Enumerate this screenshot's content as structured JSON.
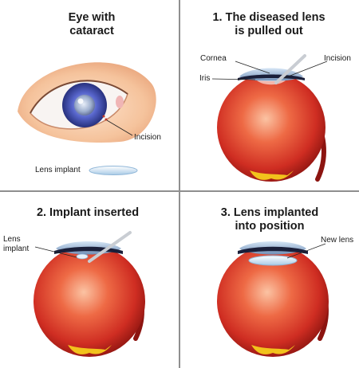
{
  "panels": [
    {
      "title_line1": "Eye with",
      "title_line2": "cataract",
      "labels": {
        "incision": "Incision",
        "implant": "Lens implant"
      }
    },
    {
      "title_line1": "1. The diseased lens",
      "title_line2": "is pulled out",
      "labels": {
        "cornea": "Cornea",
        "incision": "Incision",
        "iris": "Iris"
      }
    },
    {
      "title_line1": "2. Implant inserted",
      "labels": {
        "lens_line1": "Lens",
        "lens_line2": "implant"
      }
    },
    {
      "title_line1": "3. Lens implanted",
      "title_line2": "into position",
      "labels": {
        "new_lens": "New lens"
      }
    }
  ],
  "colors": {
    "globe": "#d8362b",
    "globe_dark": "#8c1410",
    "iris_blue": "#4650b8",
    "skin": "#f6c9a2",
    "optic_nerve": "#f2c21c",
    "divider": "#8f8f8f"
  }
}
